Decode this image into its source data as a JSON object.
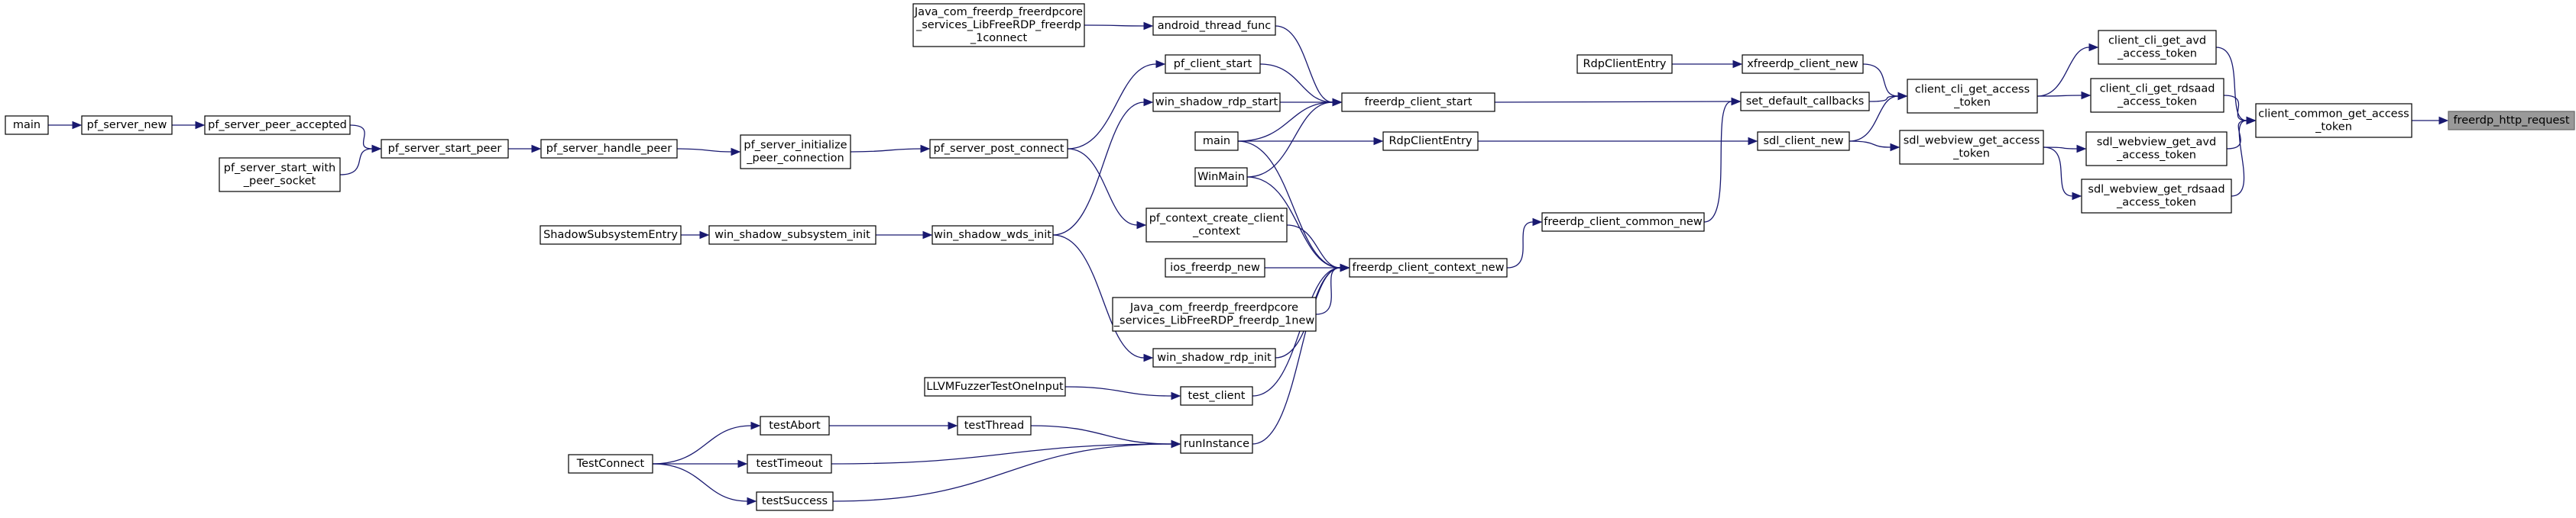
{
  "graph": {
    "target_node": "freerdp_http_request",
    "nodes": [
      {
        "id": "freerdp_http_request",
        "lines": [
          "freerdp_http_request"
        ]
      },
      {
        "id": "client_common_get_access_token",
        "lines": [
          "client_common_get_access",
          "_token"
        ]
      },
      {
        "id": "client_cli_get_avd_access_token",
        "lines": [
          "client_cli_get_avd",
          "_access_token"
        ]
      },
      {
        "id": "client_cli_get_rdsaad_access_token",
        "lines": [
          "client_cli_get_rdsaad",
          "_access_token"
        ]
      },
      {
        "id": "sdl_webview_get_avd_access_token",
        "lines": [
          "sdl_webview_get_avd",
          "_access_token"
        ]
      },
      {
        "id": "sdl_webview_get_rdsaad_access_token",
        "lines": [
          "sdl_webview_get_rdsaad",
          "_access_token"
        ]
      },
      {
        "id": "client_cli_get_access_token",
        "lines": [
          "client_cli_get_access",
          "_token"
        ]
      },
      {
        "id": "sdl_webview_get_access_token",
        "lines": [
          "sdl_webview_get_access",
          "_token"
        ]
      },
      {
        "id": "xfreerdp_client_new",
        "lines": [
          "xfreerdp_client_new"
        ]
      },
      {
        "id": "set_default_callbacks",
        "lines": [
          "set_default_callbacks"
        ]
      },
      {
        "id": "sdl_client_new",
        "lines": [
          "sdl_client_new"
        ]
      },
      {
        "id": "RdpClientEntry_top",
        "lines": [
          "RdpClientEntry"
        ]
      },
      {
        "id": "freerdp_client_common_new",
        "lines": [
          "freerdp_client_common_new"
        ]
      },
      {
        "id": "freerdp_client_start",
        "lines": [
          "freerdp_client_start"
        ]
      },
      {
        "id": "RdpClientEntry",
        "lines": [
          "RdpClientEntry"
        ]
      },
      {
        "id": "freerdp_client_context_new",
        "lines": [
          "freerdp_client_context_new"
        ]
      },
      {
        "id": "android_thread_func",
        "lines": [
          "android_thread_func"
        ]
      },
      {
        "id": "pf_client_start",
        "lines": [
          "pf_client_start"
        ]
      },
      {
        "id": "win_shadow_rdp_start",
        "lines": [
          "win_shadow_rdp_start"
        ]
      },
      {
        "id": "main_mid",
        "lines": [
          "main"
        ]
      },
      {
        "id": "WinMain",
        "lines": [
          "WinMain"
        ]
      },
      {
        "id": "pf_context_create_client_context",
        "lines": [
          "pf_context_create_client",
          "_context"
        ]
      },
      {
        "id": "ios_freerdp_new",
        "lines": [
          "ios_freerdp_new"
        ]
      },
      {
        "id": "java_freerdp_new",
        "lines": [
          "Java_com_freerdp_freerdpcore",
          "_services_LibFreeRDP_freerdp_1new"
        ]
      },
      {
        "id": "win_shadow_rdp_init",
        "lines": [
          "win_shadow_rdp_init"
        ]
      },
      {
        "id": "test_client",
        "lines": [
          "test_client"
        ]
      },
      {
        "id": "runInstance",
        "lines": [
          "runInstance"
        ]
      },
      {
        "id": "java_connect",
        "lines": [
          "Java_com_freerdp_freerdpcore",
          "_services_LibFreeRDP_freerdp",
          "_1connect"
        ]
      },
      {
        "id": "pf_server_post_connect",
        "lines": [
          "pf_server_post_connect"
        ]
      },
      {
        "id": "win_shadow_wds_init",
        "lines": [
          "win_shadow_wds_init"
        ]
      },
      {
        "id": "pf_server_initialize_peer_connection",
        "lines": [
          "pf_server_initialize",
          "_peer_connection"
        ]
      },
      {
        "id": "win_shadow_subsystem_init",
        "lines": [
          "win_shadow_subsystem_init"
        ]
      },
      {
        "id": "ShadowSubsystemEntry",
        "lines": [
          "ShadowSubsystemEntry"
        ]
      },
      {
        "id": "pf_server_handle_peer",
        "lines": [
          "pf_server_handle_peer"
        ]
      },
      {
        "id": "pf_server_start_peer",
        "lines": [
          "pf_server_start_peer"
        ]
      },
      {
        "id": "pf_server_peer_accepted",
        "lines": [
          "pf_server_peer_accepted"
        ]
      },
      {
        "id": "pf_server_start_with_peer_socket",
        "lines": [
          "pf_server_start_with",
          "_peer_socket"
        ]
      },
      {
        "id": "pf_server_new",
        "lines": [
          "pf_server_new"
        ]
      },
      {
        "id": "main_left",
        "lines": [
          "main"
        ]
      },
      {
        "id": "LLVMFuzzerTestOneInput",
        "lines": [
          "LLVMFuzzerTestOneInput"
        ]
      },
      {
        "id": "testThread",
        "lines": [
          "testThread"
        ]
      },
      {
        "id": "testAbort",
        "lines": [
          "testAbort"
        ]
      },
      {
        "id": "testTimeout",
        "lines": [
          "testTimeout"
        ]
      },
      {
        "id": "testSuccess",
        "lines": [
          "testSuccess"
        ]
      },
      {
        "id": "TestConnect",
        "lines": [
          "TestConnect"
        ]
      }
    ],
    "edges": [
      {
        "from": "client_common_get_access_token",
        "to": "freerdp_http_request"
      },
      {
        "from": "client_cli_get_avd_access_token",
        "to": "client_common_get_access_token"
      },
      {
        "from": "client_cli_get_rdsaad_access_token",
        "to": "client_common_get_access_token"
      },
      {
        "from": "sdl_webview_get_avd_access_token",
        "to": "client_common_get_access_token"
      },
      {
        "from": "sdl_webview_get_rdsaad_access_token",
        "to": "client_common_get_access_token"
      },
      {
        "from": "client_cli_get_access_token",
        "to": "client_cli_get_avd_access_token"
      },
      {
        "from": "client_cli_get_access_token",
        "to": "client_cli_get_rdsaad_access_token"
      },
      {
        "from": "sdl_webview_get_access_token",
        "to": "sdl_webview_get_avd_access_token"
      },
      {
        "from": "sdl_webview_get_access_token",
        "to": "sdl_webview_get_rdsaad_access_token"
      },
      {
        "from": "xfreerdp_client_new",
        "to": "client_cli_get_access_token"
      },
      {
        "from": "set_default_callbacks",
        "to": "client_cli_get_access_token"
      },
      {
        "from": "sdl_client_new",
        "to": "client_cli_get_access_token"
      },
      {
        "from": "sdl_client_new",
        "to": "sdl_webview_get_access_token"
      },
      {
        "from": "RdpClientEntry_top",
        "to": "xfreerdp_client_new"
      },
      {
        "from": "freerdp_client_start",
        "to": "set_default_callbacks"
      },
      {
        "from": "freerdp_client_common_new",
        "to": "set_default_callbacks"
      },
      {
        "from": "RdpClientEntry",
        "to": "sdl_client_new"
      },
      {
        "from": "freerdp_client_context_new",
        "to": "freerdp_client_common_new"
      },
      {
        "from": "android_thread_func",
        "to": "freerdp_client_start"
      },
      {
        "from": "pf_client_start",
        "to": "freerdp_client_start"
      },
      {
        "from": "win_shadow_rdp_start",
        "to": "freerdp_client_start"
      },
      {
        "from": "main_mid",
        "to": "freerdp_client_start"
      },
      {
        "from": "WinMain",
        "to": "freerdp_client_start"
      },
      {
        "from": "main_mid",
        "to": "RdpClientEntry"
      },
      {
        "from": "main_mid",
        "to": "freerdp_client_context_new"
      },
      {
        "from": "WinMain",
        "to": "freerdp_client_context_new"
      },
      {
        "from": "pf_context_create_client_context",
        "to": "freerdp_client_context_new"
      },
      {
        "from": "ios_freerdp_new",
        "to": "freerdp_client_context_new"
      },
      {
        "from": "java_freerdp_new",
        "to": "freerdp_client_context_new"
      },
      {
        "from": "win_shadow_rdp_init",
        "to": "freerdp_client_context_new"
      },
      {
        "from": "test_client",
        "to": "freerdp_client_context_new"
      },
      {
        "from": "runInstance",
        "to": "freerdp_client_context_new"
      },
      {
        "from": "java_connect",
        "to": "android_thread_func"
      },
      {
        "from": "pf_server_post_connect",
        "to": "pf_client_start"
      },
      {
        "from": "win_shadow_wds_init",
        "to": "win_shadow_rdp_start"
      },
      {
        "from": "pf_server_post_connect",
        "to": "pf_context_create_client_context"
      },
      {
        "from": "win_shadow_wds_init",
        "to": "win_shadow_rdp_init"
      },
      {
        "from": "LLVMFuzzerTestOneInput",
        "to": "test_client"
      },
      {
        "from": "testThread",
        "to": "runInstance"
      },
      {
        "from": "testTimeout",
        "to": "runInstance"
      },
      {
        "from": "testSuccess",
        "to": "runInstance"
      },
      {
        "from": "pf_server_initialize_peer_connection",
        "to": "pf_server_post_connect"
      },
      {
        "from": "win_shadow_subsystem_init",
        "to": "win_shadow_wds_init"
      },
      {
        "from": "ShadowSubsystemEntry",
        "to": "win_shadow_subsystem_init"
      },
      {
        "from": "pf_server_handle_peer",
        "to": "pf_server_initialize_peer_connection"
      },
      {
        "from": "pf_server_start_peer",
        "to": "pf_server_handle_peer"
      },
      {
        "from": "pf_server_peer_accepted",
        "to": "pf_server_start_peer"
      },
      {
        "from": "pf_server_start_with_peer_socket",
        "to": "pf_server_start_peer"
      },
      {
        "from": "pf_server_new",
        "to": "pf_server_peer_accepted"
      },
      {
        "from": "main_left",
        "to": "pf_server_new"
      },
      {
        "from": "testAbort",
        "to": "testThread"
      },
      {
        "from": "TestConnect",
        "to": "testAbort"
      },
      {
        "from": "TestConnect",
        "to": "testTimeout"
      },
      {
        "from": "TestConnect",
        "to": "testSuccess"
      }
    ]
  }
}
